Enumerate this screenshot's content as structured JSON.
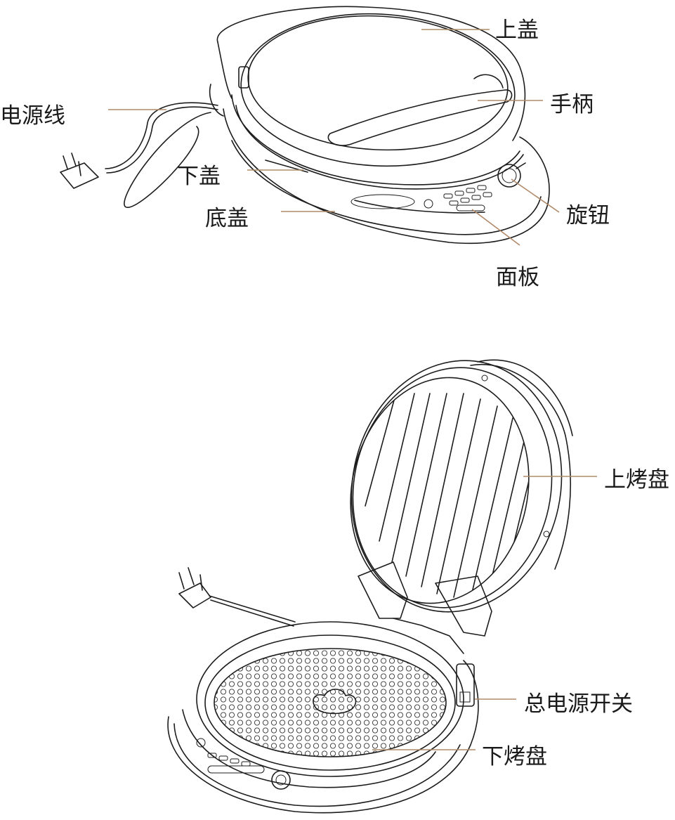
{
  "diagram": {
    "top_view": {
      "labels": {
        "upper_lid": "上盖",
        "handle": "手柄",
        "power_cord": "电源线",
        "lower_lid": "下盖",
        "bottom_cover": "底盖",
        "knob": "旋钮",
        "panel": "面板"
      }
    },
    "open_view": {
      "labels": {
        "upper_plate": "上烤盘",
        "main_switch": "总电源开关",
        "lower_plate": "下烤盘"
      }
    }
  },
  "colors": {
    "ink": "#1c1c1c",
    "leader": "#b08a6a",
    "background": "#ffffff"
  }
}
